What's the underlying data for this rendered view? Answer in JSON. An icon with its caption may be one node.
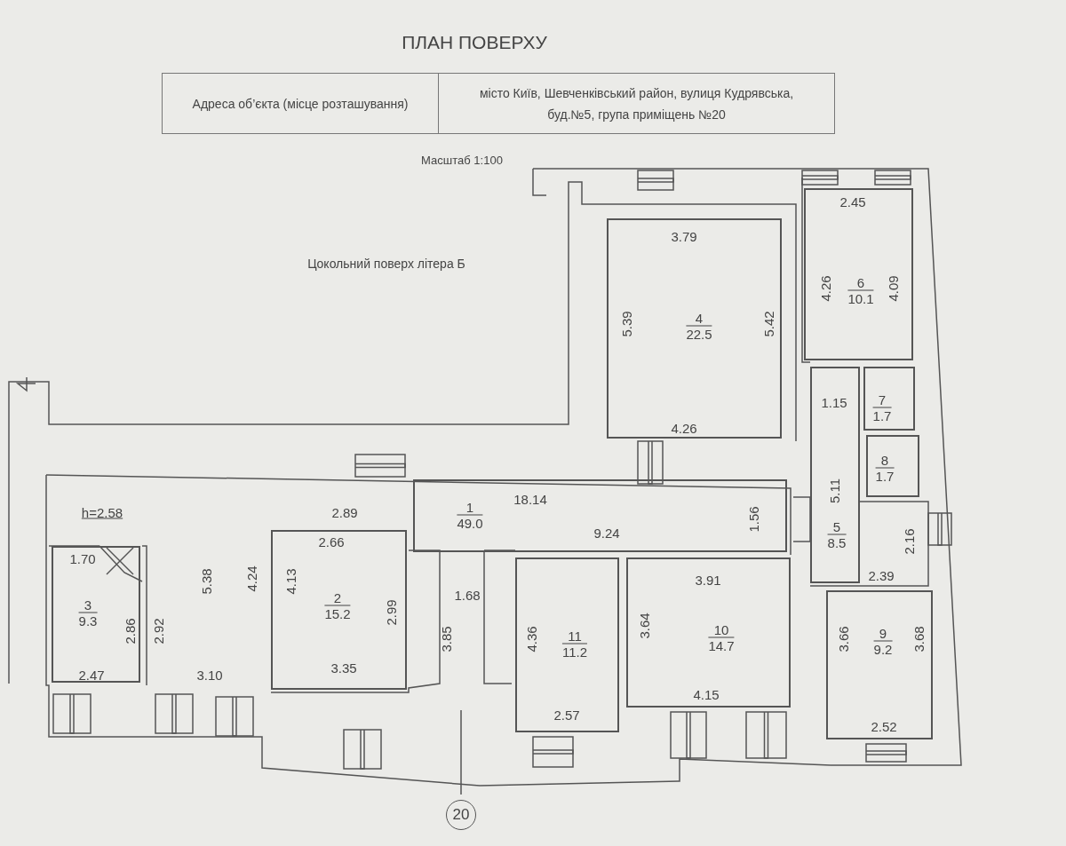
{
  "diagram": {
    "title": "ПЛАН ПОВЕРХУ",
    "nodes": [
      {
        "text": [
          "1",
          "49.0"
        ]
      },
      {
        "text": [
          "2",
          "15.2"
        ]
      },
      {
        "text": [
          "3",
          "9.3"
        ]
      },
      {
        "text": [
          "4",
          "22.5"
        ]
      },
      {
        "text": [
          "5",
          "8.5"
        ]
      },
      {
        "text": [
          "6",
          "10.1"
        ]
      },
      {
        "text": [
          "7",
          "1.7"
        ]
      },
      {
        "text": [
          "8",
          "1.7"
        ]
      },
      {
        "text": [
          "9",
          "9.2"
        ]
      },
      {
        "text": [
          "10",
          "14.7"
        ]
      },
      {
        "text": [
          "11",
          "11.2"
        ]
      }
    ],
    "labels": [
      "Адреса об’єкта (місце розташування)",
      "місто Київ, Шевченківський район, вулиця Кудрявська, буд.№5, група приміщень №20",
      "Масштаб 1:100",
      "Цокольний поверх літера Б",
      "2.45",
      "3.79",
      "4.26",
      "4.09",
      "5.39",
      "5.42",
      "1.15",
      "4.26",
      "h=2.58",
      "2.89",
      "18.14",
      "9.24",
      "1.56",
      "5.11",
      "2.66",
      "1.70",
      "2.16",
      "5.38",
      "4.24",
      "4.13",
      "1.68",
      "3.91",
      "2.39",
      "2.86",
      "2.92",
      "2.99",
      "3.85",
      "4.36",
      "3.64",
      "3.66",
      "3.68",
      "2.47",
      "3.10",
      "3.35",
      "4.15",
      "2.57",
      "2.52",
      "20"
    ]
  }
}
